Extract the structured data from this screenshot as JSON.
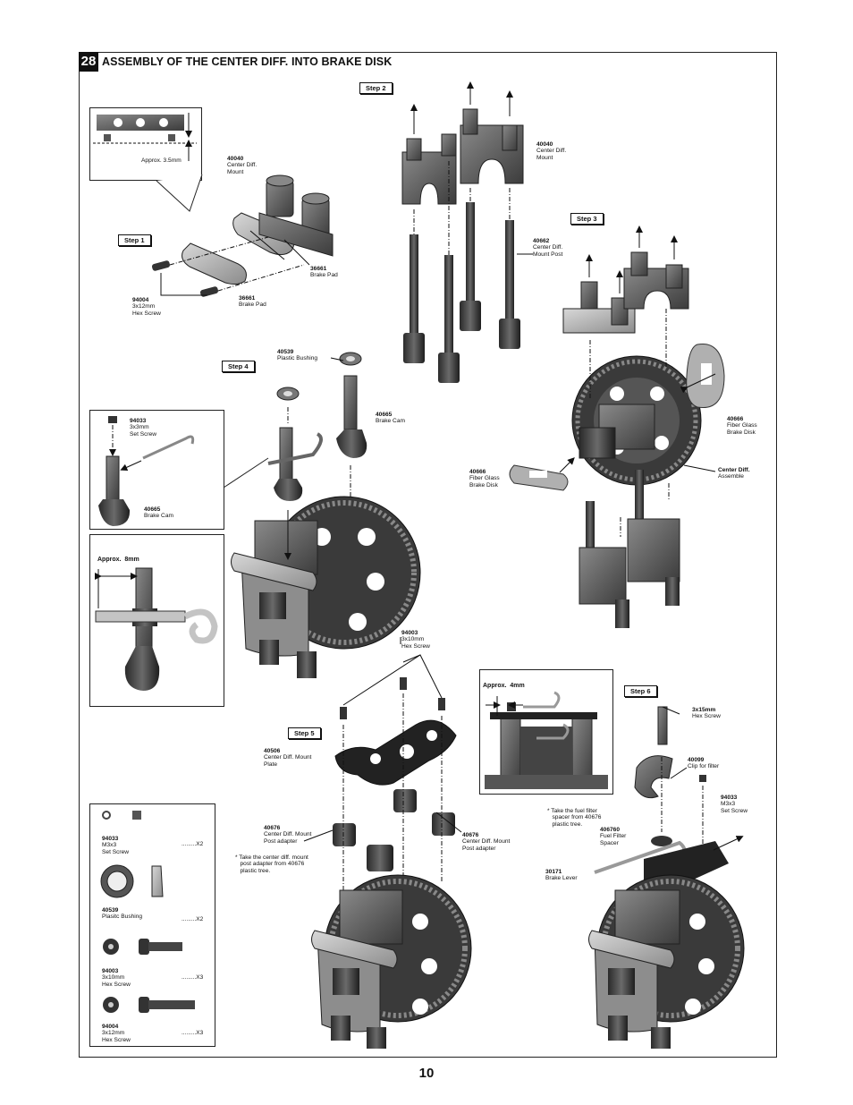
{
  "page": {
    "step_number": "28",
    "title": "ASSEMBLY OF THE CENTER DIFF. INTO BRAKE DISK",
    "page_number": "10"
  },
  "steps": {
    "step1": "Step 1",
    "step2": "Step 2",
    "step3": "Step 3",
    "step4": "Step 4",
    "step5": "Step 5",
    "step6": "Step 6"
  },
  "labels": {
    "approx_35": "Approx. 3.5mm",
    "mount_40040_a": {
      "code": "40040",
      "name": "Center Diff.\nMount"
    },
    "mount_40040_b": {
      "code": "40040",
      "name": "Center Diff.\nMount"
    },
    "brake_pad_a": {
      "code": "36661",
      "name": "Brake Pad"
    },
    "brake_pad_b": {
      "code": "36661",
      "name": "Brake Pad"
    },
    "hex_94004": {
      "code": "94004",
      "name": "3x12mm\nHex Screw"
    },
    "mount_post": {
      "code": "40662",
      "name": "Center Diff.\nMount Post"
    },
    "bushing_40539": {
      "code": "40539",
      "name": "Plastic Bushing"
    },
    "brake_cam_a": {
      "code": "40665",
      "name": "Brake Cam"
    },
    "brake_cam_b": {
      "code": "40665",
      "name": "Brake Cam"
    },
    "set_screw_a": {
      "code": "94033",
      "name": "3x3mm\nSet Screw"
    },
    "approx_8": "Approx.  8mm",
    "fiber_disk_a": {
      "code": "40666",
      "name": "Fiber Glass\nBrake Disk"
    },
    "fiber_disk_b": {
      "code": "40666",
      "name": "Fiber Glass\nBrake Disk"
    },
    "center_diff": {
      "code": "Center Diff.",
      "name": "Assemble"
    },
    "hex_94003": {
      "code": "94003",
      "name": "3x10mm\nHex Screw"
    },
    "approx_4": "Approx.  4mm",
    "mount_plate": {
      "code": "40506",
      "name": "Center Diff. Mount\nPlate"
    },
    "post_adapter_a": {
      "code": "40676",
      "name": "Center Diff. Mount\nPost adapter"
    },
    "post_adapter_b": {
      "code": "40676",
      "name": "Center Diff. Mount\nPost adapter"
    },
    "note_adapter": "* Take the center diff. mount\n   post adapter from 40676\n   plastic tree.",
    "hex_3x15": {
      "code": "3x15mm",
      "name": "Hex Screw"
    },
    "clip_filter": {
      "code": "40099",
      "name": "Clip for filter"
    },
    "set_screw_b": {
      "code": "94033",
      "name": "M3x3\nSet Screw"
    },
    "note_filter": "* Take the fuel filter\n   spacer from 40676\n   plastic tree.",
    "fuel_spacer": {
      "code": "406760",
      "name": "Fuel Filter\nSpacer"
    },
    "brake_lever": {
      "code": "30171",
      "name": "Brake Lever"
    }
  },
  "parts_list": [
    {
      "code": "94033",
      "name": "M3x3\nSet Screw",
      "qty": ".........X2"
    },
    {
      "code": "40539",
      "name": "Plasitc Bushing",
      "qty": ".........X2"
    },
    {
      "code": "94003",
      "name": "3x10mm\nHex Screw",
      "qty": ".........X3"
    },
    {
      "code": "94004",
      "name": "3x12mm\nHex Screw",
      "qty": ".........X3"
    }
  ]
}
